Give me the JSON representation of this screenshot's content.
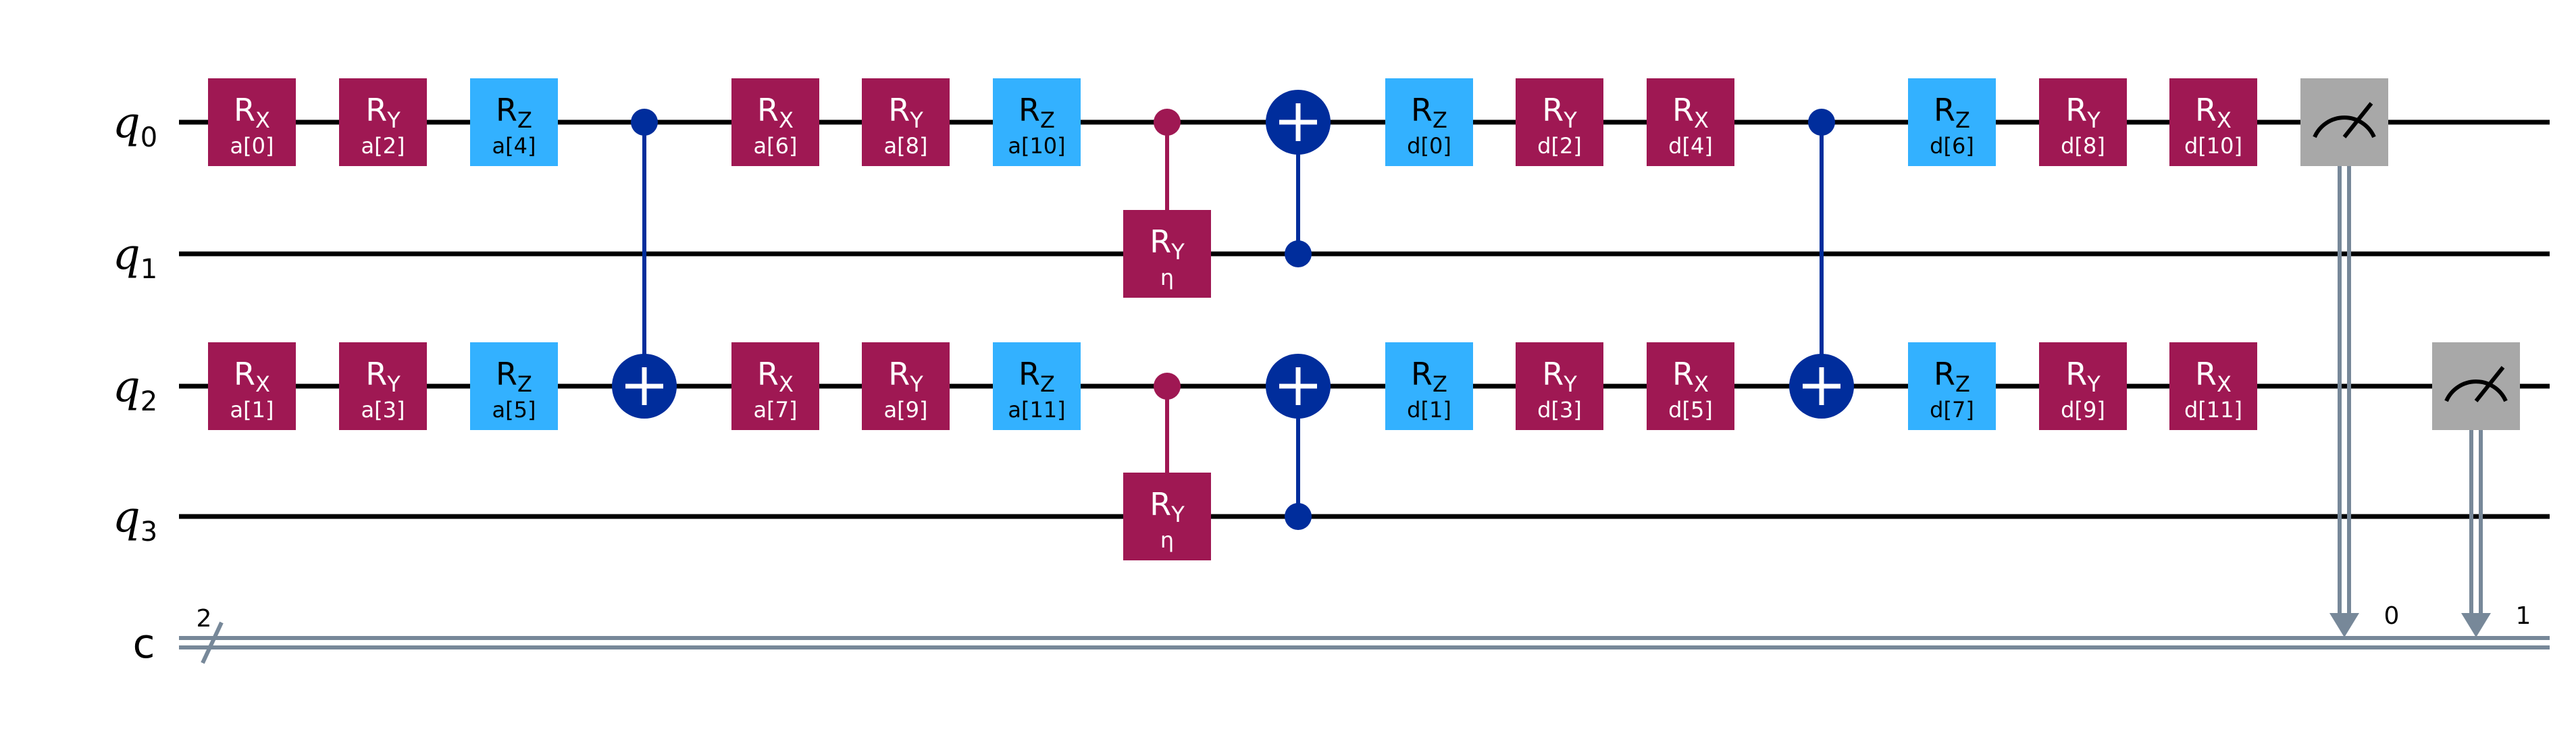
{
  "circuit": {
    "colors": {
      "rx": "#9F1853",
      "ry": "#9F1853",
      "rz": "#33B1FF",
      "control": "#002D9C",
      "cry": "#9F1853",
      "measure": "#A8A8A8",
      "classical": "#778899",
      "wire": "#000000"
    },
    "qubits": [
      {
        "name": "q",
        "index": "0"
      },
      {
        "name": "q",
        "index": "1"
      },
      {
        "name": "q",
        "index": "2"
      },
      {
        "name": "q",
        "index": "3"
      }
    ],
    "creg": {
      "name": "c",
      "size": "2",
      "bits": [
        "0",
        "1"
      ]
    },
    "gates": [
      {
        "type": "R",
        "axis": "X",
        "param": "a[0]",
        "qubit": 0,
        "col": 0
      },
      {
        "type": "R",
        "axis": "X",
        "param": "a[1]",
        "qubit": 2,
        "col": 0
      },
      {
        "type": "R",
        "axis": "Y",
        "param": "a[2]",
        "qubit": 0,
        "col": 1
      },
      {
        "type": "R",
        "axis": "Y",
        "param": "a[3]",
        "qubit": 2,
        "col": 1
      },
      {
        "type": "R",
        "axis": "Z",
        "param": "a[4]",
        "qubit": 0,
        "col": 2
      },
      {
        "type": "R",
        "axis": "Z",
        "param": "a[5]",
        "qubit": 2,
        "col": 2
      },
      {
        "type": "R",
        "axis": "X",
        "param": "a[6]",
        "qubit": 0,
        "col": 4
      },
      {
        "type": "R",
        "axis": "X",
        "param": "a[7]",
        "qubit": 2,
        "col": 4
      },
      {
        "type": "R",
        "axis": "Y",
        "param": "a[8]",
        "qubit": 0,
        "col": 5
      },
      {
        "type": "R",
        "axis": "Y",
        "param": "a[9]",
        "qubit": 2,
        "col": 5
      },
      {
        "type": "R",
        "axis": "Z",
        "param": "a[10]",
        "qubit": 0,
        "col": 6
      },
      {
        "type": "R",
        "axis": "Z",
        "param": "a[11]",
        "qubit": 2,
        "col": 6
      },
      {
        "type": "R",
        "axis": "Z",
        "param": "d[0]",
        "qubit": 0,
        "col": 9
      },
      {
        "type": "R",
        "axis": "Z",
        "param": "d[1]",
        "qubit": 2,
        "col": 9
      },
      {
        "type": "R",
        "axis": "Y",
        "param": "d[2]",
        "qubit": 0,
        "col": 10
      },
      {
        "type": "R",
        "axis": "Y",
        "param": "d[3]",
        "qubit": 2,
        "col": 10
      },
      {
        "type": "R",
        "axis": "X",
        "param": "d[4]",
        "qubit": 0,
        "col": 11
      },
      {
        "type": "R",
        "axis": "X",
        "param": "d[5]",
        "qubit": 2,
        "col": 11
      },
      {
        "type": "R",
        "axis": "Z",
        "param": "d[6]",
        "qubit": 0,
        "col": 13
      },
      {
        "type": "R",
        "axis": "Z",
        "param": "d[7]",
        "qubit": 2,
        "col": 13
      },
      {
        "type": "R",
        "axis": "Y",
        "param": "d[8]",
        "qubit": 0,
        "col": 14
      },
      {
        "type": "R",
        "axis": "Y",
        "param": "d[9]",
        "qubit": 2,
        "col": 14
      },
      {
        "type": "R",
        "axis": "X",
        "param": "d[10]",
        "qubit": 0,
        "col": 15
      },
      {
        "type": "R",
        "axis": "X",
        "param": "d[11]",
        "qubit": 2,
        "col": 15
      }
    ],
    "controlled_ry": [
      {
        "control": 0,
        "target": 1,
        "col": 7,
        "axis": "Y",
        "param": "η"
      },
      {
        "control": 2,
        "target": 3,
        "col": 7,
        "axis": "Y",
        "param": "η"
      }
    ],
    "cx": [
      {
        "control": 0,
        "target": 2,
        "col": 3
      },
      {
        "control": 1,
        "target": 0,
        "col": 8
      },
      {
        "control": 3,
        "target": 2,
        "col": 8
      },
      {
        "control": 0,
        "target": 2,
        "col": 12
      }
    ],
    "measures": [
      {
        "qubit": 0,
        "clbit": 0,
        "col": 16
      },
      {
        "qubit": 2,
        "clbit": 1,
        "col": 17
      }
    ]
  }
}
